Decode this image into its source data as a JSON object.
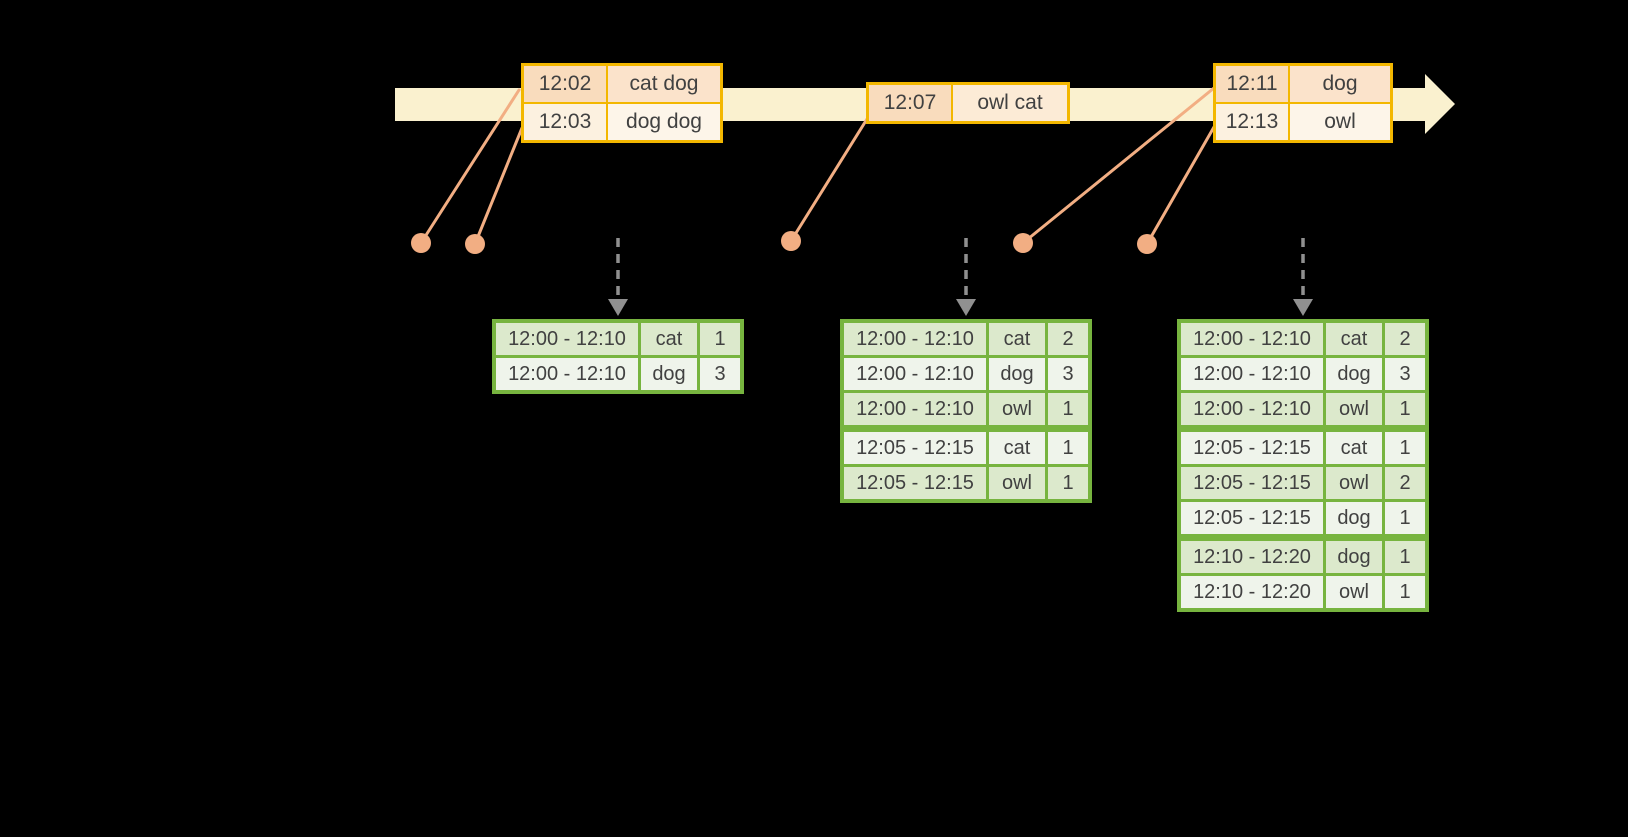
{
  "colors": {
    "timeline_band": "#FAF1CF",
    "event_border": "#F3B700",
    "event_row_dark_time": "#F9DCBD",
    "event_row_dark_val": "#FBE3CB",
    "event_row_light_time": "#FCF1E0",
    "event_row_light_val": "#FDF5E9",
    "event_row_mid_val": "#FCEBD6",
    "connector": "#F2AE83",
    "dashed_arrow": "#909090",
    "result_border": "#77B43F",
    "result_row_dark": "#DCE9CC",
    "result_row_light": "#EFF4EB",
    "text": "#414141",
    "background": "#000000"
  },
  "event_tables": [
    {
      "rows": [
        {
          "time": "12:02",
          "value": "cat dog"
        },
        {
          "time": "12:03",
          "value": "dog dog"
        }
      ]
    },
    {
      "rows": [
        {
          "time": "12:07",
          "value": "owl cat"
        }
      ]
    },
    {
      "rows": [
        {
          "time": "12:11",
          "value": "dog"
        },
        {
          "time": "12:13",
          "value": "owl"
        }
      ]
    }
  ],
  "result_tables": [
    {
      "rows": [
        {
          "window": "12:00 - 12:10",
          "key": "cat",
          "count": 1
        },
        {
          "window": "12:00 - 12:10",
          "key": "dog",
          "count": 3
        }
      ]
    },
    {
      "rows": [
        {
          "window": "12:00 - 12:10",
          "key": "cat",
          "count": 2
        },
        {
          "window": "12:00 - 12:10",
          "key": "dog",
          "count": 3
        },
        {
          "window": "12:00 - 12:10",
          "key": "owl",
          "count": 1
        },
        {
          "window": "12:05 - 12:15",
          "key": "cat",
          "count": 1
        },
        {
          "window": "12:05 - 12:15",
          "key": "owl",
          "count": 1
        }
      ]
    },
    {
      "rows": [
        {
          "window": "12:00 - 12:10",
          "key": "cat",
          "count": 2
        },
        {
          "window": "12:00 - 12:10",
          "key": "dog",
          "count": 3
        },
        {
          "window": "12:00 - 12:10",
          "key": "owl",
          "count": 1
        },
        {
          "window": "12:05 - 12:15",
          "key": "cat",
          "count": 1
        },
        {
          "window": "12:05 - 12:15",
          "key": "owl",
          "count": 2
        },
        {
          "window": "12:05 - 12:15",
          "key": "dog",
          "count": 1
        },
        {
          "window": "12:10 - 12:20",
          "key": "dog",
          "count": 1
        },
        {
          "window": "12:10 - 12:20",
          "key": "owl",
          "count": 1
        }
      ]
    }
  ]
}
